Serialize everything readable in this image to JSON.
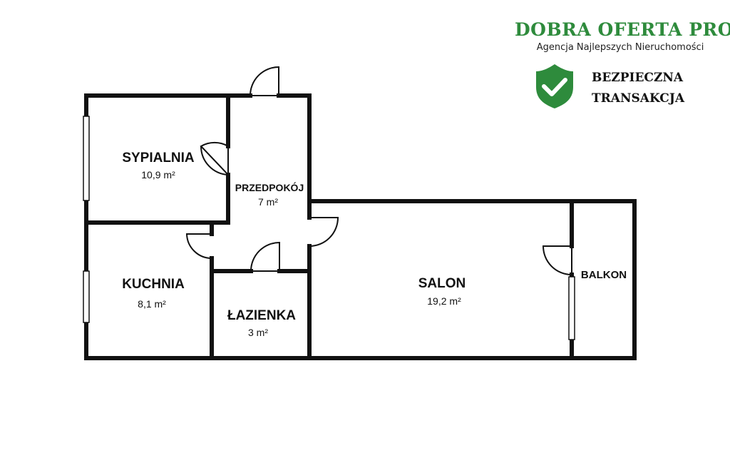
{
  "brand": {
    "title": "DOBRA OFERTA PRO",
    "subtitle": "Agencja Najlepszych Nieruchomości",
    "color": "#2e8b3c"
  },
  "badge": {
    "icon": "shield-check-icon",
    "line1": "BEZPIECZNA",
    "line2": "TRANSAKCJA",
    "color": "#2e8b3c"
  },
  "rooms": {
    "sypialnia": {
      "name": "SYPIALNIA",
      "area": "10,9 m²"
    },
    "przedpokoj": {
      "name": "PRZEDPOKÓJ",
      "area": "7 m²"
    },
    "kuchnia": {
      "name": "KUCHNIA",
      "area": "8,1 m²"
    },
    "lazienka": {
      "name": "ŁAZIENKA",
      "area": "3 m²"
    },
    "salon": {
      "name": "SALON",
      "area": "19,2 m²"
    },
    "balkon": {
      "name": "BALKON"
    }
  },
  "colors": {
    "wall": "#111111",
    "background": "#ffffff"
  }
}
